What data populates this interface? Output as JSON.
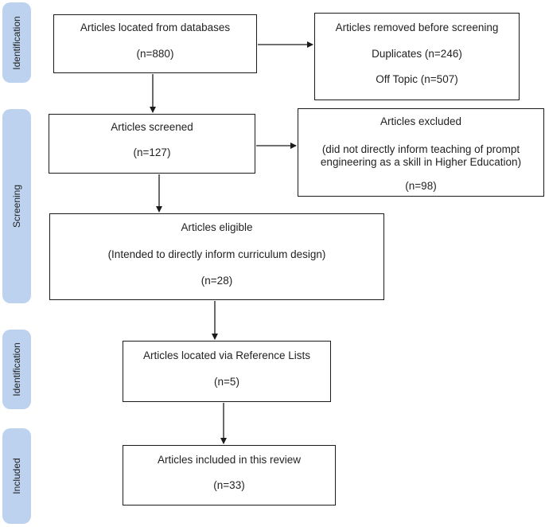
{
  "phases": {
    "identification_1": "Identification",
    "screening": "Screening",
    "identification_2": "Identification",
    "included": "Included"
  },
  "boxes": {
    "located_db": {
      "title": "Articles located from databases",
      "count": "(n=880)"
    },
    "removed": {
      "title": "Articles removed before screening",
      "duplicates": "Duplicates (n=246)",
      "off_topic": "Off Topic (n=507)"
    },
    "screened": {
      "title": "Articles screened",
      "count": "(n=127)"
    },
    "excluded": {
      "title": "Articles excluded",
      "reason_line1": "(did not directly inform teaching of prompt",
      "reason_line2": "engineering as a skill in Higher Education)",
      "count": "(n=98)"
    },
    "eligible": {
      "title": "Articles eligible",
      "note": "(Intended to directly inform curriculum design)",
      "count": "(n=28)"
    },
    "reference_lists": {
      "title": "Articles located via Reference Lists",
      "count": "(n=5)"
    },
    "included": {
      "title": "Articles included in this review",
      "count": "(n=33)"
    }
  },
  "colors": {
    "phase_fill": "#bcd2ee",
    "border": "#1b1b1b",
    "arrow": "#1b1b1b"
  }
}
